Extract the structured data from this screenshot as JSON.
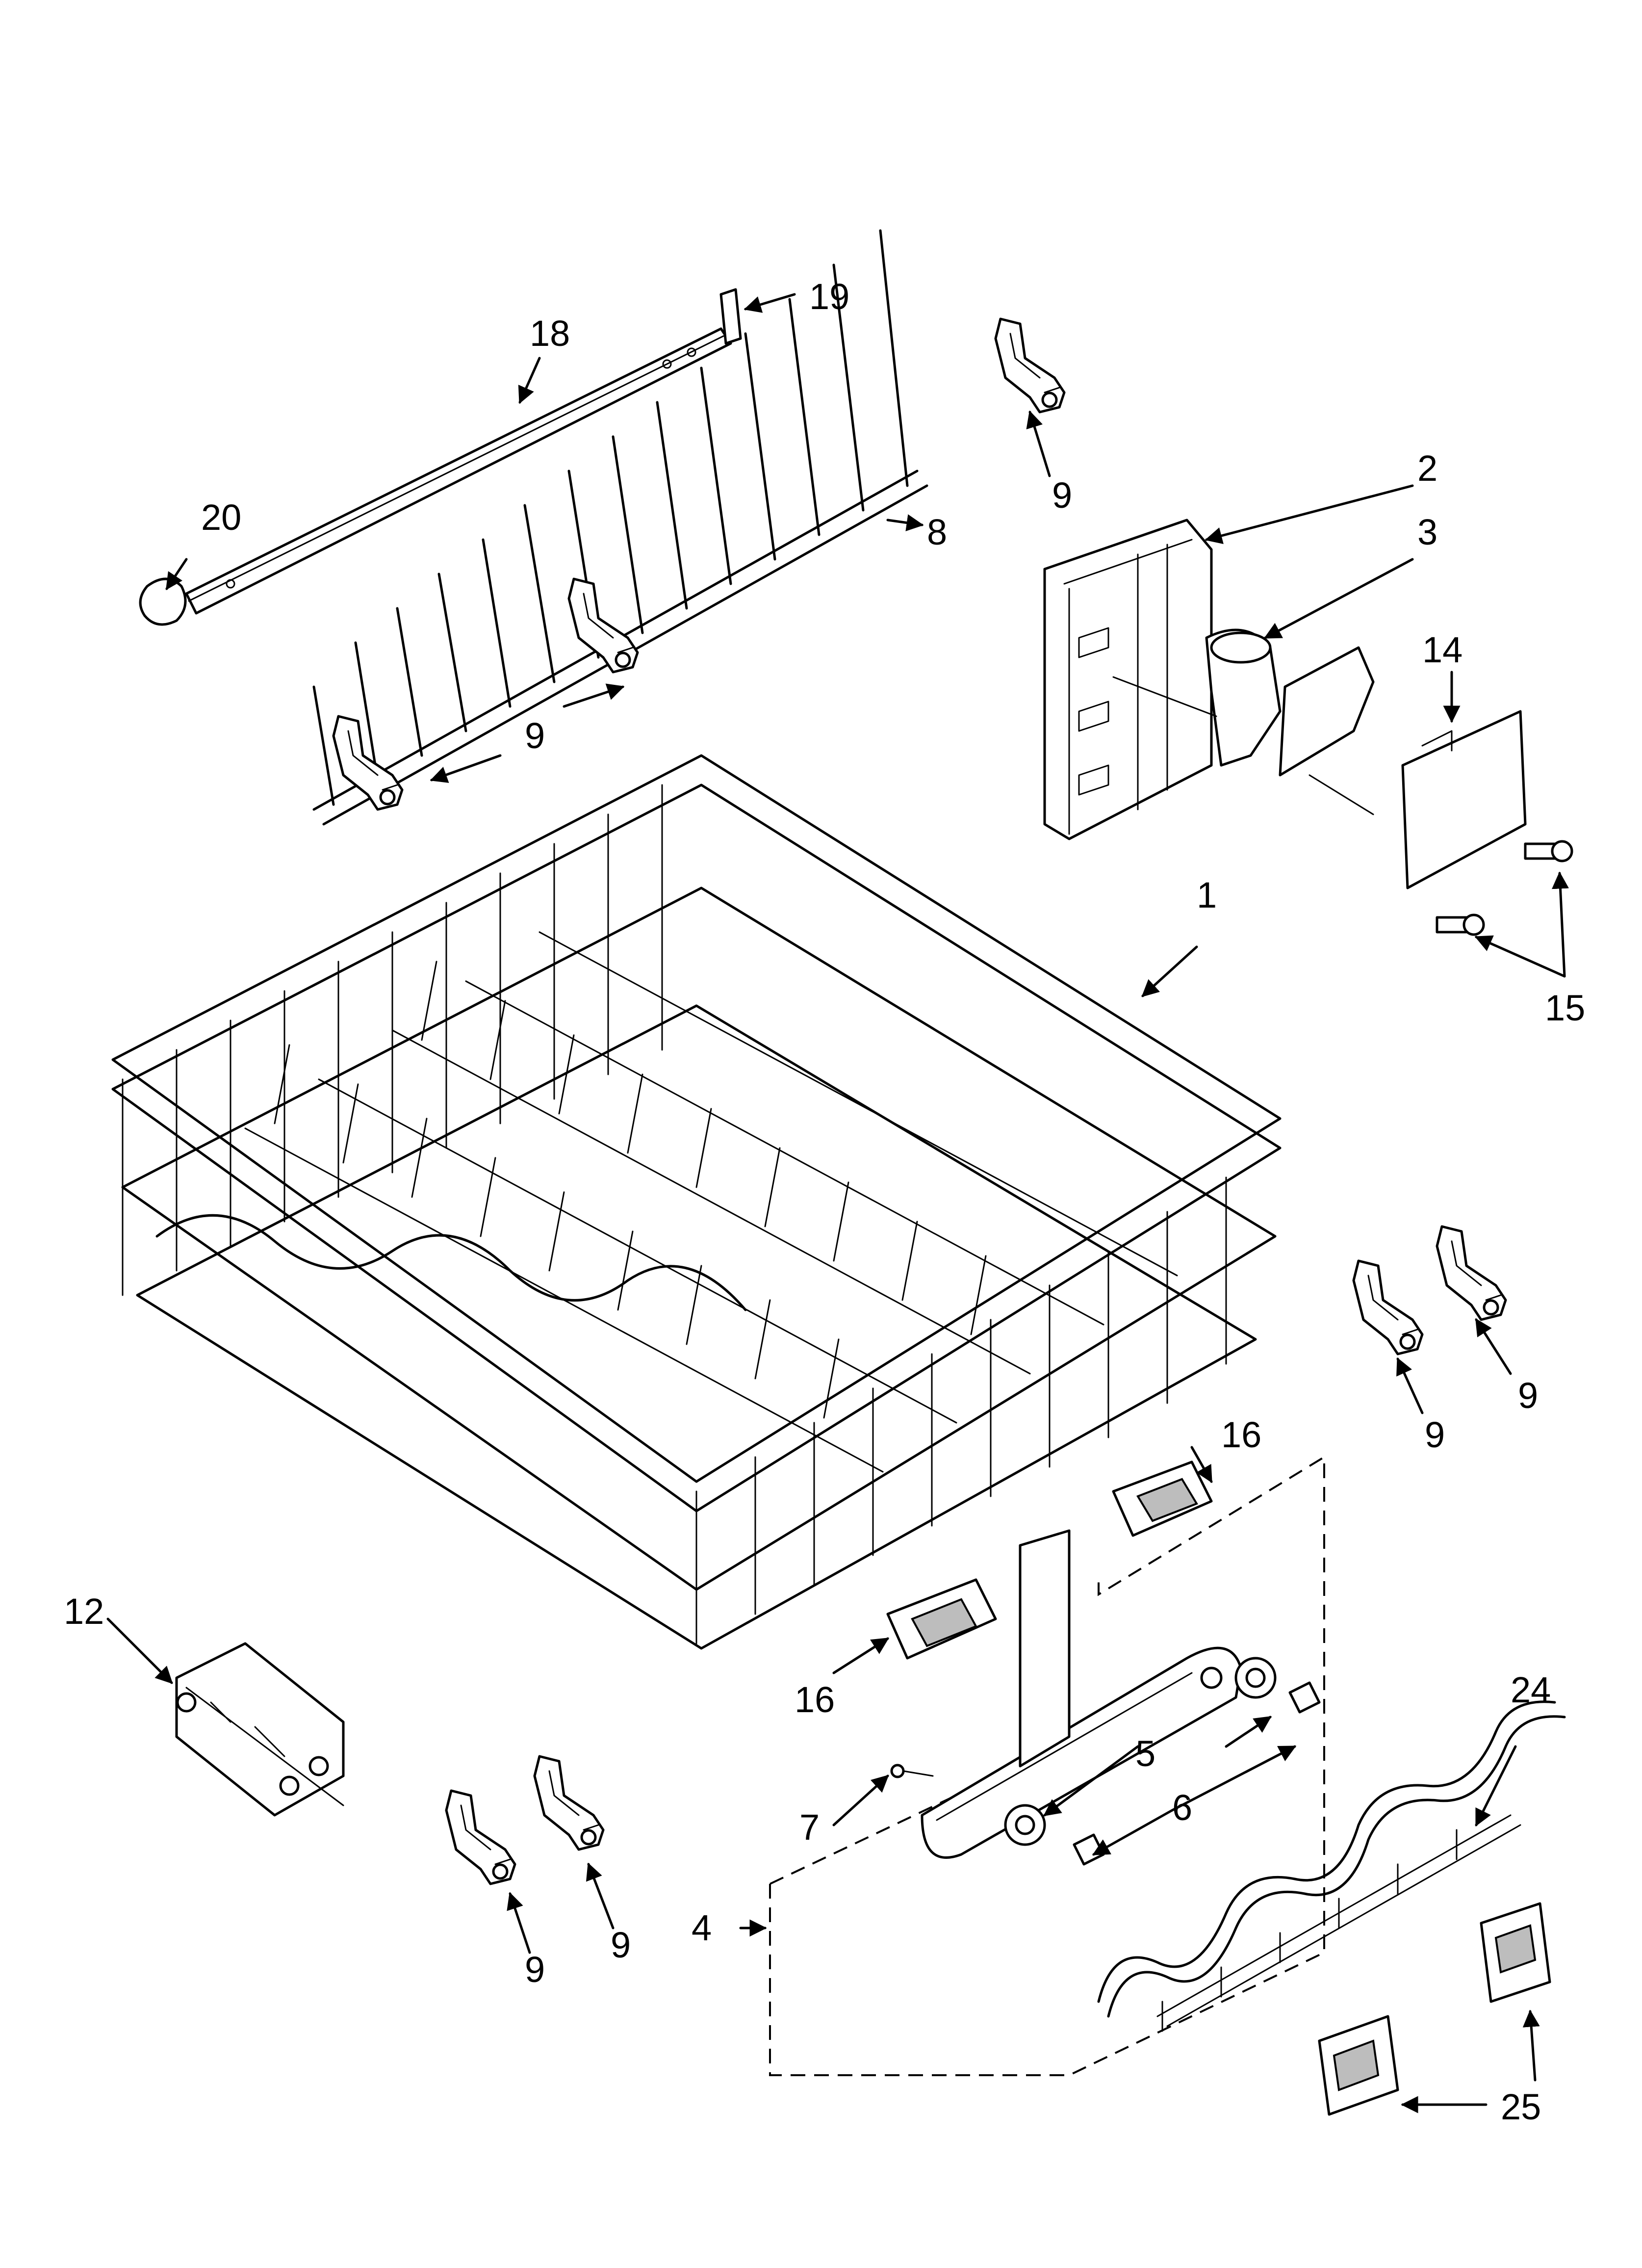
{
  "labels": {
    "l1": "1",
    "l2": "2",
    "l3": "3",
    "l4": "4",
    "l5": "5",
    "l6": "6",
    "l7": "7",
    "l8": "8",
    "l9": "9",
    "l12": "12",
    "l14": "14",
    "l15": "15",
    "l16": "16",
    "l18": "18",
    "l19": "19",
    "l20": "20",
    "l24": "24",
    "l25": "25"
  }
}
